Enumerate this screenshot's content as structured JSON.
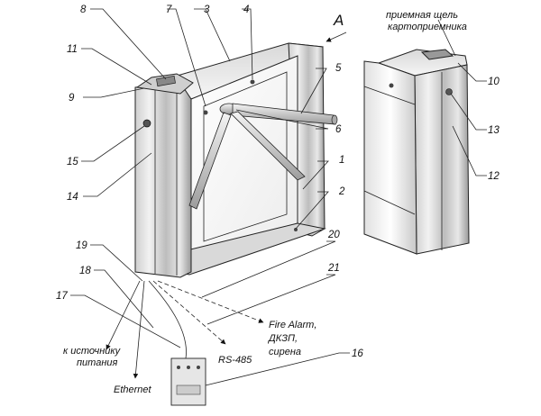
{
  "part_numbers": [
    "1",
    "2",
    "3",
    "4",
    "5",
    "6",
    "7",
    "8",
    "9",
    "10",
    "11",
    "12",
    "13",
    "14",
    "15",
    "16",
    "17",
    "18",
    "19",
    "20",
    "21"
  ],
  "view_label": "A",
  "card_slot_label_line1": "приемная щель",
  "card_slot_label_line2": "картоприемника",
  "power_label_line1": "к источнику",
  "power_label_line2": "питания",
  "ethernet_label": "Ethernet",
  "rs485_label": "RS-485",
  "fire_label_line1": "Fire Alarm,",
  "fire_label_line2": "ДКЗП,",
  "fire_label_line3": "сирена"
}
